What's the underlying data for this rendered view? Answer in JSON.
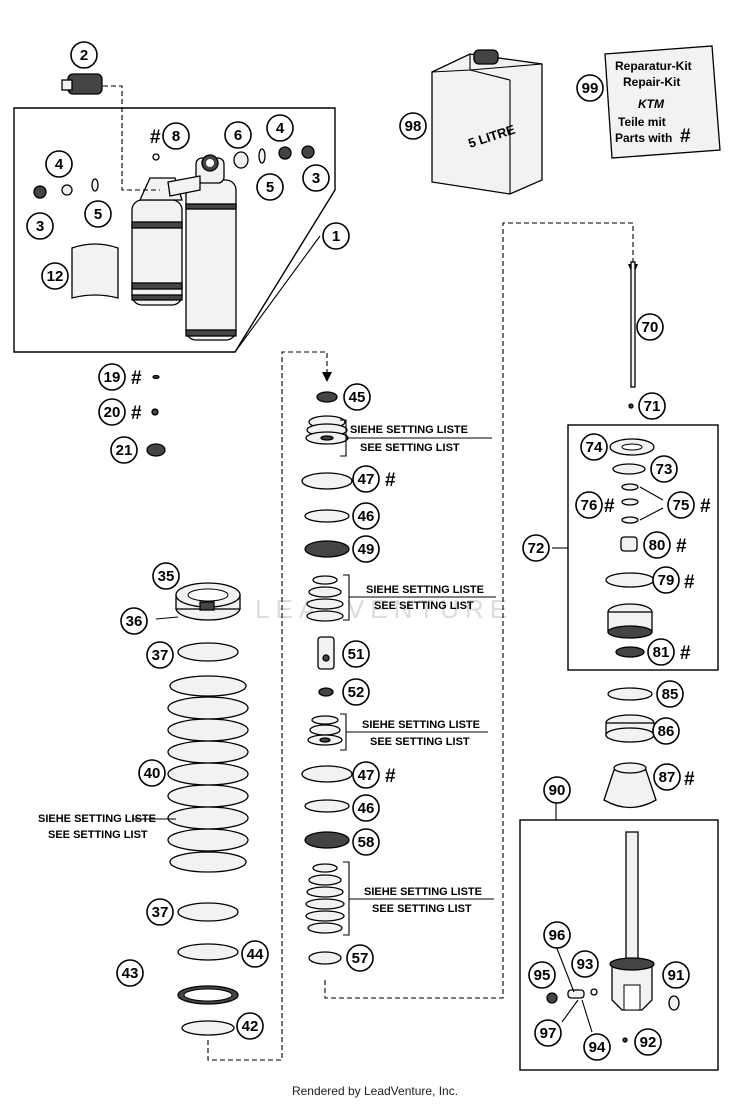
{
  "watermark": "LEADVENTURE",
  "footer": "Rendered by LeadVenture, Inc.",
  "can_label": "5 LITRE",
  "kit_card": {
    "line1": "Reparatur-Kit",
    "line2": "Repair-Kit",
    "brand": "KTM",
    "line3": "Teile mit",
    "line4": "Parts with",
    "symbol": "#"
  },
  "setting_note": {
    "de": "SIEHE SETTING LISTE",
    "en": "SEE SETTING LIST"
  },
  "callouts": {
    "c1": "1",
    "c2": "2",
    "c3a": "3",
    "c3b": "3",
    "c4a": "4",
    "c4b": "4",
    "c5a": "5",
    "c5b": "5",
    "c6": "6",
    "c8": "8",
    "c12": "12",
    "c19": "19",
    "c20": "20",
    "c21": "21",
    "c35": "35",
    "c36": "36",
    "c37a": "37",
    "c37b": "37",
    "c40": "40",
    "c42": "42",
    "c43": "43",
    "c44": "44",
    "c45": "45",
    "c46a": "46",
    "c46b": "46",
    "c47a": "47",
    "c47b": "47",
    "c49": "49",
    "c51": "51",
    "c52": "52",
    "c57": "57",
    "c58": "58",
    "c70": "70",
    "c71": "71",
    "c72": "72",
    "c73": "73",
    "c74": "74",
    "c75": "75",
    "c76": "76",
    "c79": "79",
    "c80": "80",
    "c81": "81",
    "c85": "85",
    "c86": "86",
    "c87": "87",
    "c90": "90",
    "c91": "91",
    "c92": "92",
    "c93": "93",
    "c94": "94",
    "c95": "95",
    "c96": "96",
    "c97": "97",
    "c98": "98",
    "c99": "99"
  },
  "marks": {
    "hash": "#"
  }
}
